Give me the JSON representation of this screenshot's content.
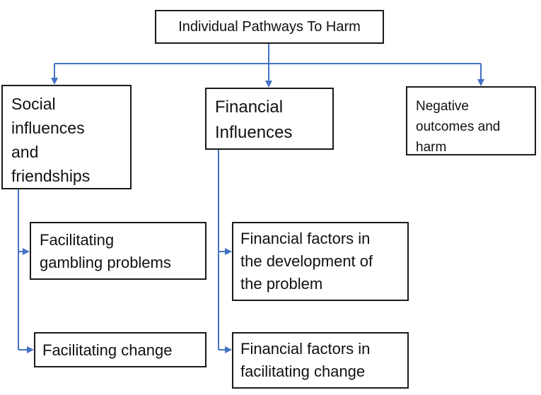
{
  "diagram": {
    "root": "Individual Pathways To Harm",
    "social": "Social\ninfluences\nand\nfriendships",
    "financial": "Financial\nInfluences",
    "negative": "Negative\noutcomes and\nharm",
    "facilitating_gambling": "Facilitating\ngambling problems",
    "facilitating_change": "Facilitating change",
    "financial_development": "Financial factors in\nthe development of\nthe problem",
    "financial_change": "Financial factors in\nfacilitating change"
  },
  "colors": {
    "connector": "#4472c4",
    "box_border": "#1a1a1a"
  }
}
